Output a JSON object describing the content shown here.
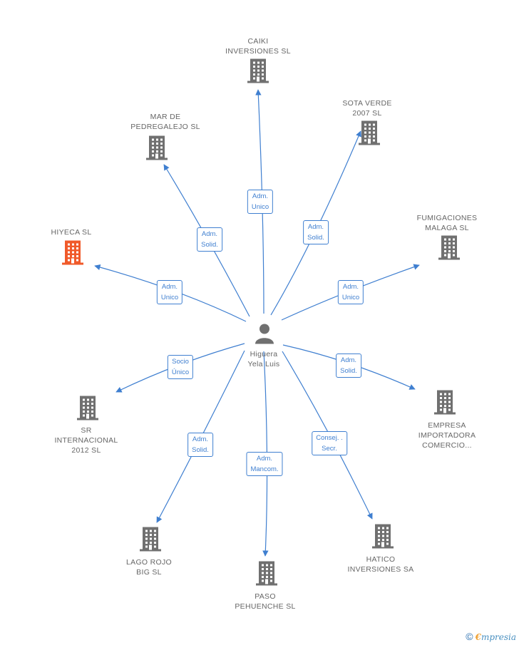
{
  "center": {
    "name_lines": [
      "Higuera",
      "Yela Luis"
    ],
    "icon": "person-icon"
  },
  "colors": {
    "link": "#3f7fd0",
    "company": "#707070",
    "highlight": "#f05a2a",
    "text": "#666666"
  },
  "nodes": [
    {
      "id": "caiki",
      "lines": [
        "CAIKI",
        "INVERSIONES SL"
      ],
      "relation": [
        "Adm.",
        "Unico"
      ],
      "highlight": false
    },
    {
      "id": "sota-verde",
      "lines": [
        "SOTA VERDE",
        "2007 SL"
      ],
      "relation": [
        "Adm.",
        "Solid."
      ],
      "highlight": false
    },
    {
      "id": "fumigaciones",
      "lines": [
        "FUMIGACIONES",
        "MALAGA  SL"
      ],
      "relation": [
        "Adm.",
        "Unico"
      ],
      "highlight": false
    },
    {
      "id": "empresa",
      "lines": [
        "EMPRESA",
        "IMPORTADORA",
        "COMERCIO..."
      ],
      "relation": [
        "Adm.",
        "Solid."
      ],
      "highlight": false
    },
    {
      "id": "hatico",
      "lines": [
        "HATICO",
        "INVERSIONES SA"
      ],
      "relation": [
        "Consej. .",
        "Secr."
      ],
      "highlight": false
    },
    {
      "id": "paso",
      "lines": [
        "PASO",
        "PEHUENCHE SL"
      ],
      "relation": [
        "Adm.",
        "Mancom."
      ],
      "highlight": false
    },
    {
      "id": "lago-rojo",
      "lines": [
        "LAGO ROJO",
        "BIG SL"
      ],
      "relation": [
        "Adm.",
        "Solid."
      ],
      "highlight": false
    },
    {
      "id": "sr-internacional",
      "lines": [
        "SR",
        "INTERNACIONAL",
        "2012 SL"
      ],
      "relation": [
        "Socio",
        "Único"
      ],
      "highlight": false
    },
    {
      "id": "hiyeca",
      "lines": [
        "HIYECA SL"
      ],
      "relation": [
        "Adm.",
        "Unico"
      ],
      "highlight": true
    },
    {
      "id": "mar-de-pedregalejo",
      "lines": [
        "MAR DE",
        "PEDREGALEJO SL"
      ],
      "relation": [
        "Adm.",
        "Solid."
      ],
      "highlight": false
    }
  ],
  "footer": {
    "copyright_symbol": "©",
    "brand_initial": "€",
    "brand_rest": "mpresia"
  }
}
